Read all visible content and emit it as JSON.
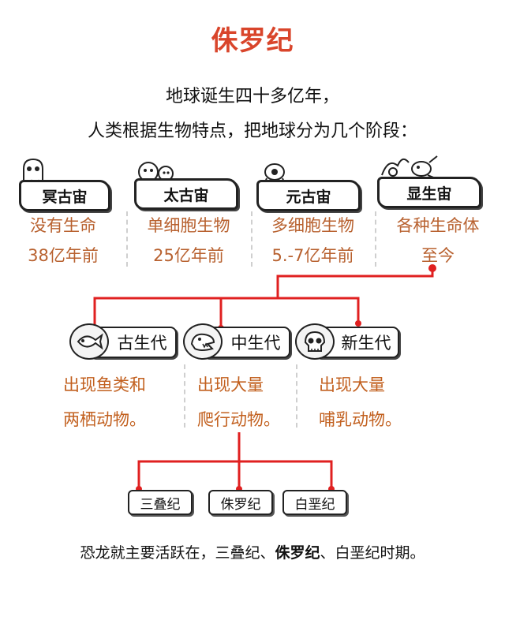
{
  "title": "侏罗纪",
  "intro": {
    "line1": "地球诞生四十多亿年，",
    "line2": "人类根据生物特点，把地球分为几个阶段："
  },
  "eons": [
    {
      "name": "冥古宙",
      "line1": "没有生命",
      "line2": "38亿年前"
    },
    {
      "name": "太古宙",
      "line1": "单细胞生物",
      "line2": "25亿年前"
    },
    {
      "name": "元古宙",
      "line1": "多细胞生物",
      "line2": "5.-7亿年前"
    },
    {
      "name": "显生宙",
      "line1": "各种生命体",
      "line2": "至今"
    }
  ],
  "eras": [
    {
      "name": "古生代",
      "line1": "出现鱼类和",
      "line2": "两栖动物。"
    },
    {
      "name": "中生代",
      "line1": "出现大量",
      "line2": "爬行动物。"
    },
    {
      "name": "新生代",
      "line1": "出现大量",
      "line2": "哺乳动物。"
    }
  ],
  "periods": [
    "三叠纪",
    "侏罗纪",
    "白垩纪"
  ],
  "bottom": {
    "before": "恐龙就主要活跃在，三叠纪、",
    "bold": "侏罗纪",
    "after": "、白垩纪时期。"
  },
  "icons": [
    "ghost-icon",
    "microbe-icon",
    "squid-icon",
    "creatures-icon",
    "fish-fossil-icon",
    "dinosaur-icon",
    "skull-icon"
  ],
  "colors": {
    "accent": "#d9452b",
    "connector": "#e02020",
    "text_orange": "#b8612f"
  }
}
